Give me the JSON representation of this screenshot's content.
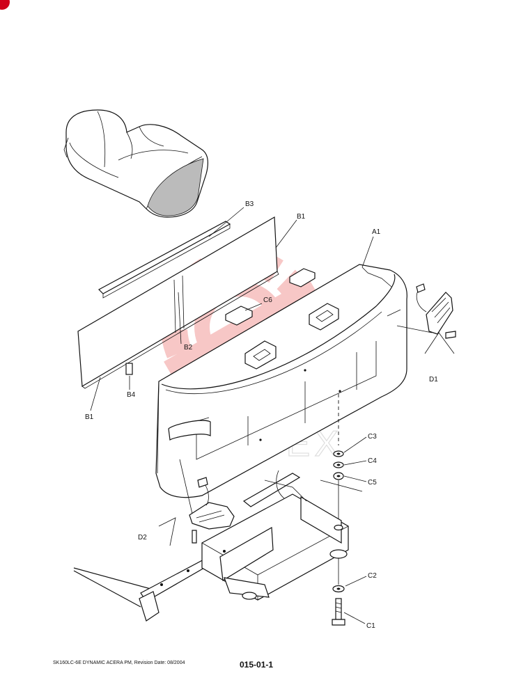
{
  "callouts": {
    "b3": "B3",
    "b1_top": "B1",
    "a1": "A1",
    "c6": "C6",
    "b2": "B2",
    "b4": "B4",
    "b1_bottom": "B1",
    "d1": "D1",
    "c3": "C3",
    "c4": "C4",
    "c5": "C5",
    "d2": "D2",
    "c2": "C2",
    "c1": "C1"
  },
  "watermark": {
    "text": "MHTEX",
    "color": "#e53935"
  },
  "footer": {
    "doc_info": "SK160LC-6E DYNAMIC ACERA PM, Revision Date: 08/2004",
    "page_number": "015-01-1"
  },
  "colors": {
    "line": "#111111",
    "corner_mark": "#d0021b"
  }
}
